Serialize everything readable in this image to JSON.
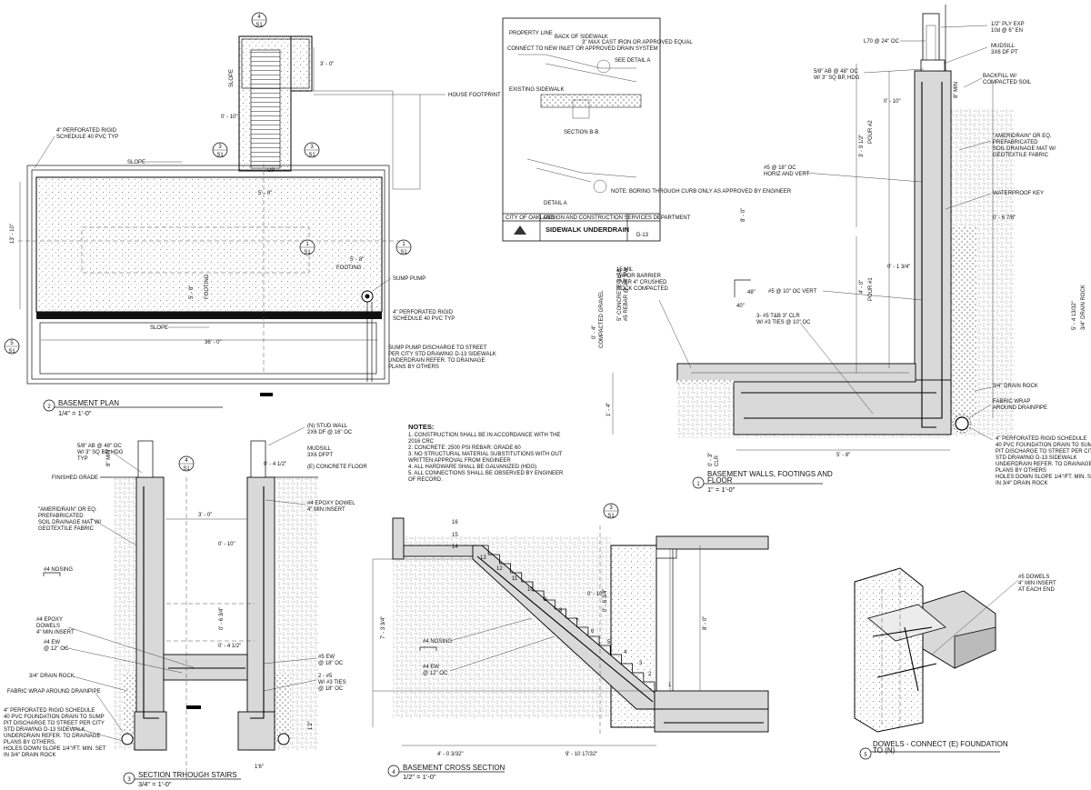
{
  "plan": {
    "label_perforated_pipe": "4\" PERFORATED RIGID\nSCHEDULE 40 PVC TYP",
    "label_slope_1": "SLOPE",
    "label_slope_2": "SLOPE",
    "label_slope_3": "SLOPE",
    "label_house_footprint": "HOUSE FOOTPRINT",
    "dim_3_0": "3' - 0\"",
    "dim_0_10": "0' - 10\"",
    "dim_5_0": "5' - 0\"",
    "dim_13_10": "13' - 10\"",
    "dim_5_8": "5' - 8\"",
    "dim_5_8b": "5' - 8\"",
    "dim_36_0": "36' - 0\"",
    "label_footing": "FOOTING",
    "label_footing_v": "FOOTING",
    "label_up": "UP",
    "label_sump_pump": "SUMP PUMP",
    "label_pipe_2": "4\" PERFORATED RIGID\nSCHEDULE 40 PVC TYP",
    "label_discharge": "SUMP PUMP DISCHARGE TO STREET\nPER CITY STD DRAWING D-13 SIDEWALK\nUNDERDRAIN REFER. TO DRAINAGE\nPLANS BY OTHERS",
    "title_num": "2",
    "title": "BASEMENT PLAN",
    "scale": "1/4\" = 1'-0\"",
    "bubbles": [
      {
        "num": "4",
        "sheet": "S1"
      },
      {
        "num": "3",
        "sheet": "S1"
      },
      {
        "num": "3",
        "sheet": "S1"
      },
      {
        "num": "1",
        "sheet": "S1"
      },
      {
        "num": "1",
        "sheet": "S1"
      },
      {
        "num": "5",
        "sheet": "S1"
      }
    ]
  },
  "standard_detail": {
    "lines": [
      "PROPERTY LINE",
      "BACK OF SIDEWALK",
      "3\" MAX CAST IRON OR APPROVED EQUAL",
      "CONNECT TO NEW INLET OR APPROVED DRAIN SYSTEM",
      "SEE DETAIL A",
      "EXISTING SIDEWALK",
      "SECTION B-B",
      "DETAIL A",
      "NOTE: BORING THROUGH CURB ONLY AS APPROVED BY ENGINEER"
    ],
    "city": "CITY OF OAKLAND",
    "dept": "DESIGN AND CONSTRUCTION SERVICES DEPARTMENT",
    "drawing_title": "SIDEWALK UNDERDRAIN",
    "drawing_no": "D-13"
  },
  "walls": {
    "l_ply": "1/2\" PLY EXP\n10d @ 6\" EN",
    "l_l70": "L70 @ 24\" OC",
    "l_mudsill": "MUDSILL\n3X6 DF PT",
    "l_ab": "5/8\" AB @ 48\" OC\nW/ 3\" SQ BP, HDG",
    "l_backfill": "BACKFILL W/\nCOMPACTED SOIL",
    "d_8min": "8\" MIN",
    "d_0_10": "0' - 10\"",
    "d_3_9": "3' - 9 1/2\"",
    "d_pour2": "POUR #2",
    "l_ameridrain": "\"AMERIDRAIN\" OR EQ.\nPREFABRICATED\nSOIL DRAINAGE MAT W/\nGEOTEXTILE FABRIC",
    "l_5at18": "#5 @ 18\" OC\nHORIZ AND VERT",
    "d_8_0": "8' - 0\"",
    "l_waterproof": "WATERPROOF KEY",
    "d_0_6": "0' - 6 7/8\"",
    "l_vapor": "15 MIL\nVAPOR BARRIER\nOVER 4\" CRUSHED\nROCK COMPACTED",
    "d_0_1": "0' - 1 3/4\"",
    "d_4_0": "4' - 0\"",
    "d_pour1": "POUR #1",
    "l_48": "48\"",
    "l_40": "40\"",
    "l_5at10": "#5 @ 10\" OC VERT",
    "l_ties": "3- #5 T&B 3\" CLR\nW/ #3 TIES @ 10\" OC",
    "d_5_4": "5' - 4 13/32\"",
    "d_drainrock": "3/4\" DRAIN ROCK",
    "l_compacted": "COMPACTED GRAVEL",
    "d_0_4": "0' - 4\"",
    "l_slab": "5\" CONCRETE SLAB\n#5 REBAR @ 18\" EW",
    "d_1_4": "1' - 4\"",
    "l_drainrock": "3/4\" DRAIN ROCK",
    "l_fabric": "FABRIC WRAP\nAROUND DRAINPIPE",
    "d_0_3": "0' - 3\"\nCLR",
    "d_5_8": "5' - 8\"",
    "l_pipe": "4\" PERFORATED RIGID SCHEDULE\n40 PVC FOUNDATION DRAIN TO SUMP\nPIT DISCHARGE TO STREET PER CITY\nSTD DRAWING D-13 SIDEWALK\nUNDERDRAIN REFER. TO DRAINAGE\nPLANS BY OTHERS\nHOLES DOWN SLOPE 1/4\"/FT. MIN. SET\nIN 3/4\" DRAIN ROCK",
    "title_num": "1",
    "title": "BASEMENT WALLS, FOOTINGS AND\nFLOOR",
    "scale": "1\" = 1'-0\""
  },
  "notes": {
    "heading": "NOTES:",
    "items": [
      "1. CONSTRUCTION SHALL BE IN ACCORDANCE WITH THE",
      "2016 CRC",
      "2. CONCRETE: 2500 PSI REBAR: GRADE 60",
      "3. NO STRUCTURAL MATERIAL SUBSTITUTIONS WITH OUT",
      "WRITTEN APPROVAL FROM ENGINEER",
      "4. ALL HARDWARE SHALL BE GALVANIZED (HDG)",
      "5. ALL CONNECTIONS SHALL BE OBSERVED BY ENGINEER",
      "OF RECORD."
    ]
  },
  "stairs_section": {
    "l_ab": "5/8\" AB @ 48\" OC\nW/ 3\" SQ BP, HDG\nTYP",
    "l_8min": "8\" MIN",
    "l_grade": "FINISHED GRADE",
    "l_ameri": "\"AMERIDRAIN\" OR EQ.\nPREFABRICATED\nSOIL DRAINAGE MAT W/\nGEOTEXTILE FABRIC",
    "l_studwall": "(N) STUD WALL\n2X6 DF @ 16\" OC",
    "l_mudsill": "MUDSILL\n3X6 DFPT",
    "d_0_4": "0' - 4 1/2\"",
    "l_floor": "(E) CONCRETE FLOOR",
    "l_dowel": "#4 EPOXY DOWEL\n4\" MIN INSERT",
    "d_3_0": "3' - 0\"",
    "d_0_10": "0' - 10\"",
    "l_nosing": "#4 NOSING",
    "l_dowels": "#4 EPOXY\nDOWELS\n4\" MIN INSERT",
    "l_ew": "#4 EW\n@ 12\" OC",
    "d_6": "0' - 6 3/4\"",
    "d_4": "0' - 4 1/2\"",
    "l_5ew": "#5 EW\n@ 18\" OC",
    "l_ties": "2 - #5\nW/ #3 TIES\n@ 18\" OC",
    "l_drainrock": "3/4\" DRAIN ROCK",
    "l_fabric": "FABRIC WRAP AROUND DRAINPIPE",
    "d_12": "1'2\"",
    "d_16": "1'6\"",
    "l_pipe": "4\" PERFORATED RIGID SCHEDULE\n40 PVC FOUNDATION DRAIN TO SUMP\nPIT DISCHARGE TO STREET PER CITY\nSTD DRAWING D-13 SIDEWALK\nUNDERDRAIN REFER. TO DRAINAGE\nPLANS BY OTHERS.\nHOLES DOWN SLOPE 1/4\"/FT. MIN. SET\nIN 3/4\" DRAIN ROCK",
    "bubble_num": "4",
    "bubble_sheet": "S1",
    "title_num": "3",
    "title": "SECTION TRHOUGH STAIRS",
    "scale": "3/4\" = 1'-0\""
  },
  "cross_section": {
    "steps": [
      "16",
      "15",
      "14",
      "13",
      "12",
      "11",
      "10",
      "9",
      "8",
      "7",
      "6",
      "5",
      "4",
      "3",
      "2",
      "1"
    ],
    "l_nosing": "#4 NOSING",
    "l_ew": "#4 EW\n@ 12\" OC",
    "d_7_3": "7' - 3 3/4\"",
    "d_0_10": "0' - 10\"",
    "d_0_6": "0' - 6 3/4\"",
    "d_8_0": "8' - 0\"",
    "d_4_0": "4' - 0 3/32\"",
    "d_9_10": "9' - 10 17/32\"",
    "bubble_num": "3",
    "bubble_sheet": "S1",
    "title_num": "4",
    "title": "BASEMENT CROSS SECTION",
    "scale": "1/2\" = 1'-0\""
  },
  "dowels": {
    "label": "#5 DOWELS\n4\" MIN INSERT\nAT EACH END",
    "title_num": "5",
    "title": "DOWELS - CONNECT (E) FOUNDATION\nTO (N)"
  }
}
